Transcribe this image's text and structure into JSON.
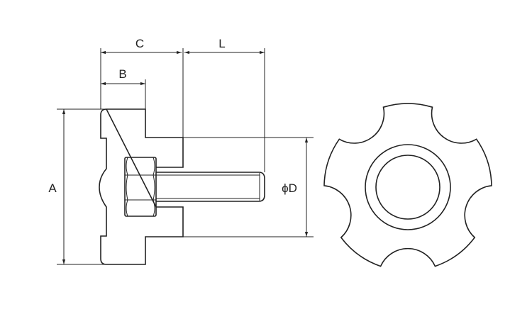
{
  "labels": {
    "a": "A",
    "b": "B",
    "c": "C",
    "l": "L",
    "d": "ϕD"
  },
  "front_view": {
    "lobes": 5
  }
}
